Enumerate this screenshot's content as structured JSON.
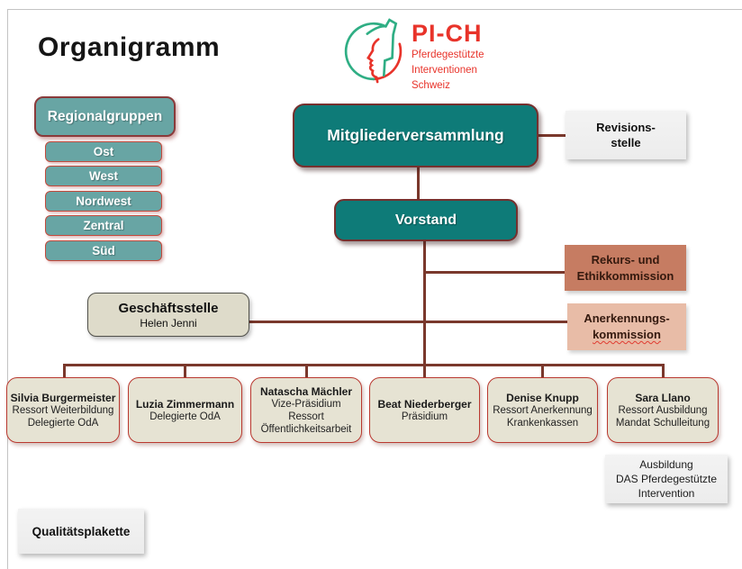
{
  "slide": {
    "title": "Organigramm"
  },
  "logo": {
    "wordmark": "PI-CH",
    "subtitle_lines": [
      "Pferdegestützte",
      "Interventionen",
      "Schweiz"
    ],
    "icon": "horse-and-person-profile-icon"
  },
  "regional": {
    "header": "Regionalgruppen",
    "groups": [
      "Ost",
      "West",
      "Nordwest",
      "Zentral",
      "Süd"
    ]
  },
  "org": {
    "mitgliederversammlung": "Mitgliederversammlung",
    "revisionsstelle_lines": [
      "Revisions-",
      "stelle"
    ],
    "vorstand": "Vorstand",
    "rekurs_lines": [
      "Rekurs- und",
      "Ethikkommission"
    ],
    "anerkennung_lines": [
      "Anerkennungs-",
      "kommission"
    ],
    "geschaeftsstelle": {
      "title": "Geschäftsstelle",
      "person": "Helen Jenni"
    }
  },
  "members": [
    {
      "name": "Silvia Burgermeister",
      "roles": [
        "Ressort Weiterbildung",
        "Delegierte OdA"
      ]
    },
    {
      "name": "Luzia Zimmermann",
      "roles": [
        "Delegierte OdA"
      ]
    },
    {
      "name": "Natascha Mächler",
      "roles": [
        "Vize-Präsidium",
        "Ressort",
        "Öffentlichkeitsarbeit"
      ]
    },
    {
      "name": "Beat Niederberger",
      "roles": [
        "Präsidium"
      ]
    },
    {
      "name": "Denise Knupp",
      "roles": [
        "Ressort Anerkennung",
        "Krankenkassen"
      ]
    },
    {
      "name": "Sara Llano",
      "roles": [
        "Ressort Ausbildung",
        "Mandat Schulleitung"
      ]
    }
  ],
  "extras": {
    "ausbildung_lines": [
      "Ausbildung",
      "DAS Pferdegestützte",
      "Intervention"
    ],
    "qualitaetsplakette": "Qualitätsplakette"
  },
  "colors": {
    "teal_dark": "#0e7b78",
    "teal_light": "#68a5a4",
    "border_maroon": "#76302e",
    "line": "#7a382c",
    "red_border": "#c0392b",
    "salmon_dark": "#c67c62",
    "salmon_light": "#e8bca7",
    "beige": "#e6e3d3",
    "beige_dark": "#dedbca",
    "gray_box": "#ececec",
    "logo_red": "#e8332a",
    "logo_green": "#2fae84",
    "text_dark_brown": "#34190e"
  }
}
